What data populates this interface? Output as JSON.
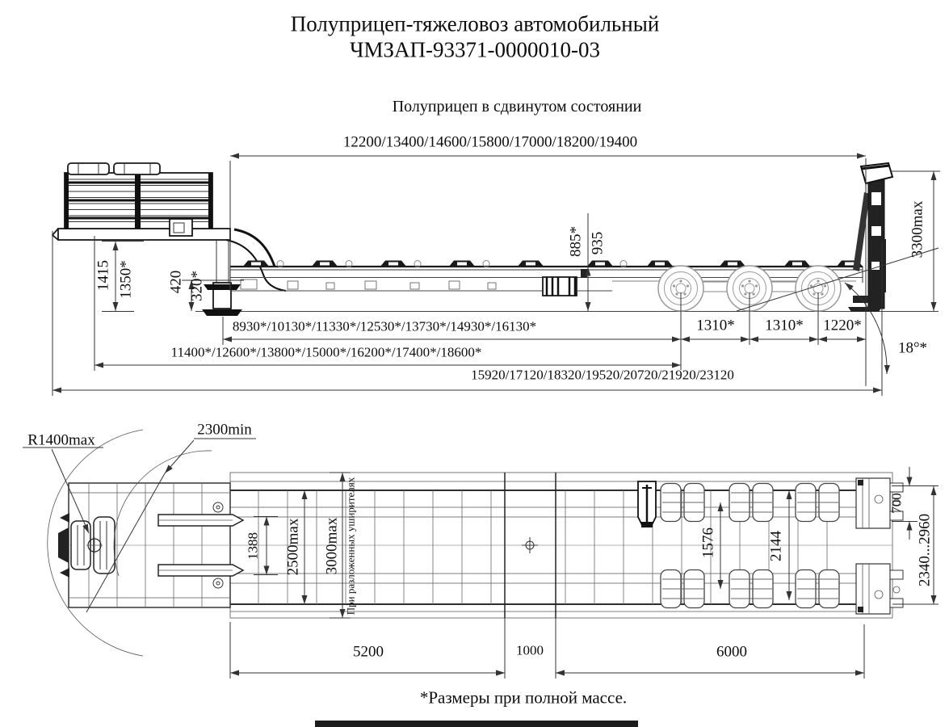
{
  "title": {
    "line1": "Полуприцеп-тяжеловоз автомобильный",
    "line2": "ЧМЗАП-93371-0000010-03"
  },
  "subtitle": "Полуприцеп в сдвинутом состоянии",
  "footnote": "*Размеры при полной массе.",
  "colors": {
    "line": "#1a1a1a",
    "dimension": "#333333",
    "wheel": "#9a9a9a"
  },
  "side_view": {
    "dims": {
      "platform_length_options": "12200/13400/14600/15800/17000/18200/19400",
      "deck_height_loaded": "885*",
      "deck_height": "935",
      "coupling_height": "1415",
      "coupling_height_loaded": "1350*",
      "gooseneck_clearance": "420",
      "gooseneck_clearance_loaded": "320*",
      "ramp_height_max": "3300max",
      "axle_spacing_1": "1310*",
      "axle_spacing_2": "1310*",
      "rear_axle_to_ramp": "1220*",
      "ramp_angle": "18°*",
      "base_length_options": "8930*/10130*/11330*/12530*/13730*/14930*/16130*",
      "frame_length_options": "11400*/12600*/13800*/15000*/16200*/17400*/18600*",
      "overall_length_options": "15920/17120/18320/19520/20720/21920/23120"
    }
  },
  "top_view": {
    "dims": {
      "swing_radius": "R1400max",
      "front_clearance": "2300min",
      "ramp_track": "1388",
      "deck_width": "2500max",
      "widened_width": "3000max",
      "widener_note": "При разложенных уширителях",
      "inner_wheel_track": "1576",
      "outer_wheel_track": "2144",
      "bracket_width": "700",
      "adjustable_width": "2340...2960",
      "front_section": "5200",
      "insert_section": "1000",
      "rear_section": "6000"
    }
  }
}
